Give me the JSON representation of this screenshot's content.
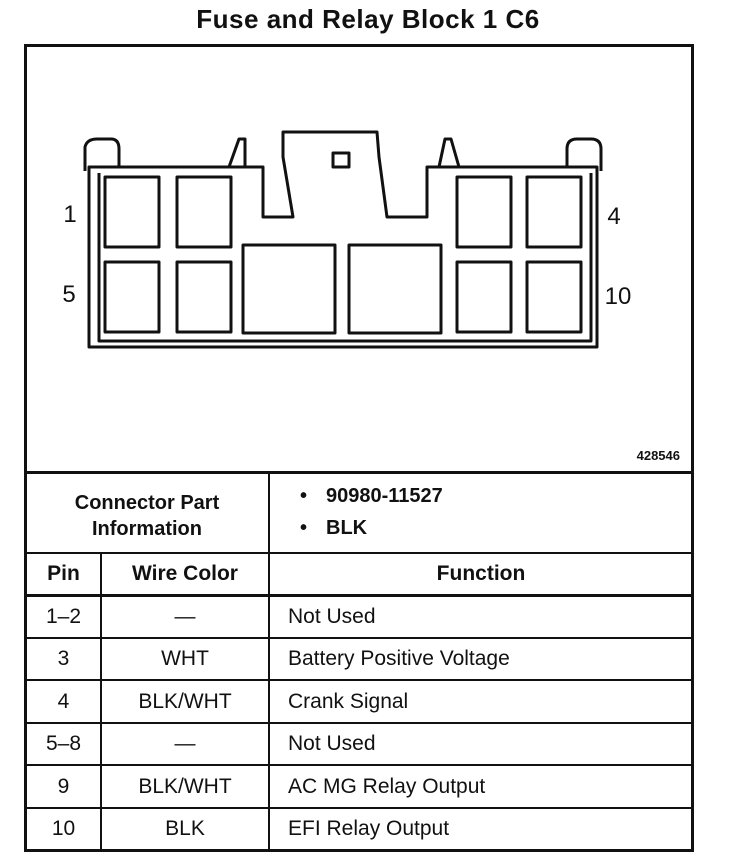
{
  "title": "Fuse and Relay Block 1 C6",
  "figure_id": "428546",
  "pin_labels": {
    "top_left": "1",
    "top_right": "4",
    "bottom_left": "5",
    "bottom_right": "10"
  },
  "connector_info": {
    "label_line1": "Connector Part",
    "label_line2": "Information",
    "items": [
      "90980-11527",
      "BLK"
    ]
  },
  "table": {
    "headers": [
      "Pin",
      "Wire Color",
      "Function"
    ],
    "rows": [
      [
        "1–2",
        "—",
        "Not Used"
      ],
      [
        "3",
        "WHT",
        "Battery Positive Voltage"
      ],
      [
        "4",
        "BLK/WHT",
        "Crank Signal"
      ],
      [
        "5–8",
        "—",
        "Not Used"
      ],
      [
        "9",
        "BLK/WHT",
        "AC MG Relay Output"
      ],
      [
        "10",
        "BLK",
        "EFI Relay Output"
      ]
    ]
  }
}
